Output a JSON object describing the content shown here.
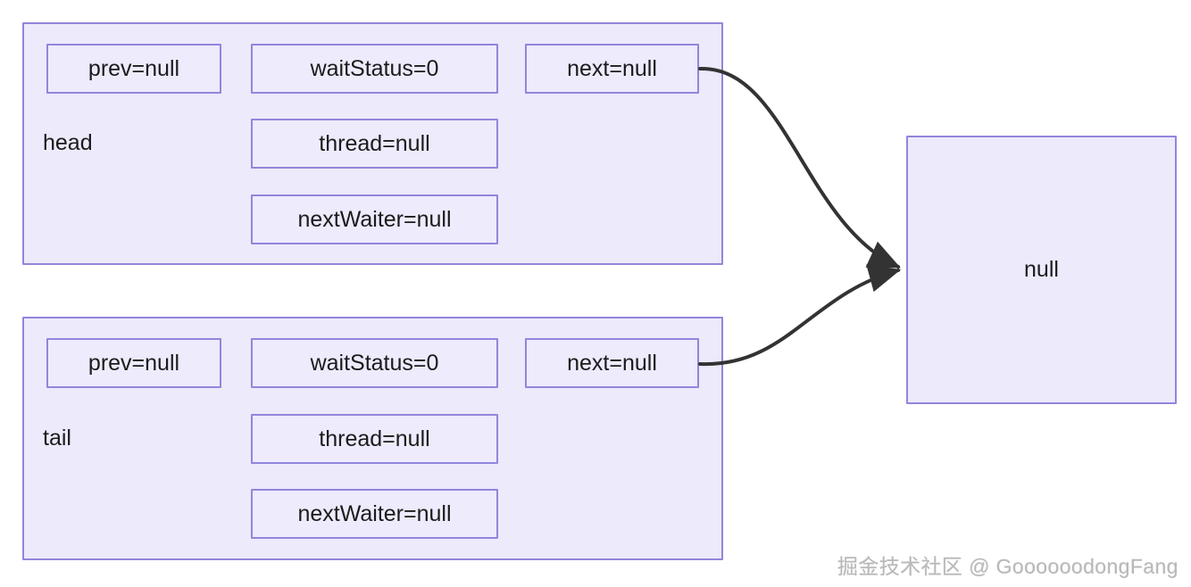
{
  "diagram": {
    "type": "aqs-linked-list-node-diagram",
    "background_color": "#ffffff",
    "palette": {
      "box_fill": "#ECEAFB",
      "box_border": "#9186DB",
      "text": "#1b1b1b",
      "arrow": "#333333",
      "watermark": "#b9b9b9"
    },
    "nodes": [
      {
        "id": "head-node",
        "label": "head",
        "fields": {
          "prev": "prev=null",
          "waitStatus": "waitStatus=0",
          "thread": "thread=null",
          "nextWaiter": "nextWaiter=null",
          "next": "next=null"
        }
      },
      {
        "id": "tail-node",
        "label": "tail",
        "fields": {
          "prev": "prev=null",
          "waitStatus": "waitStatus=0",
          "thread": "thread=null",
          "nextWaiter": "nextWaiter=null",
          "next": "next=null"
        }
      }
    ],
    "terminal": {
      "id": "null-terminal",
      "label": "null"
    },
    "arrows": [
      {
        "id": "head-next-to-null",
        "from": "head.next",
        "to": "null-terminal"
      },
      {
        "id": "tail-next-to-null",
        "from": "tail.next",
        "to": "null-terminal"
      }
    ]
  },
  "watermark": {
    "text": "掘金技术社区 @ GoooooodongFang"
  }
}
